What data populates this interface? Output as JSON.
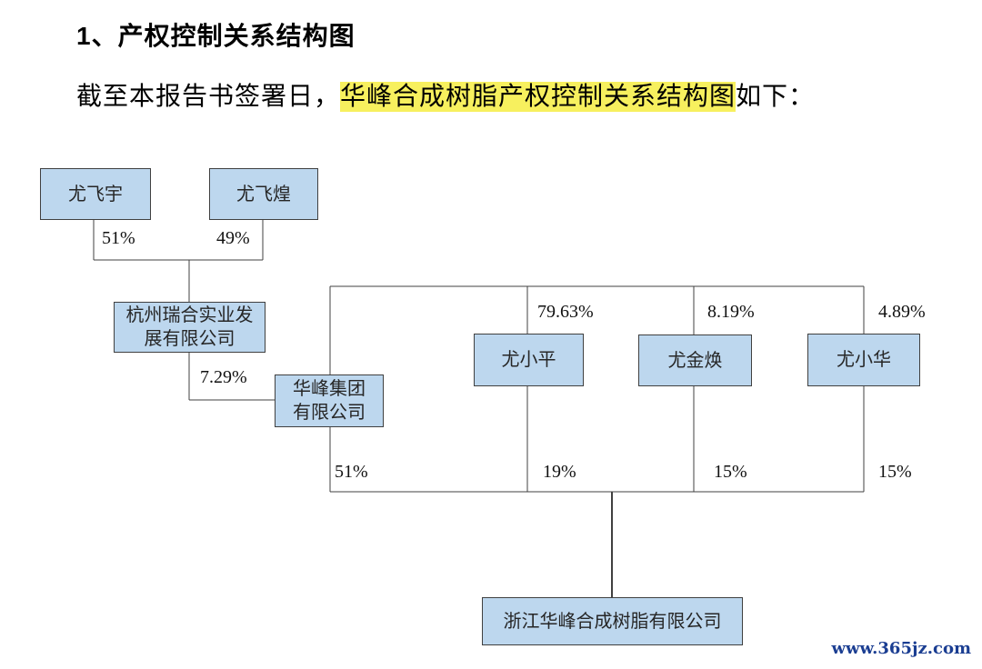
{
  "page": {
    "heading": "1、产权控制关系结构图",
    "intro_prefix": "截至本报告书签署日，",
    "intro_highlight": "华峰合成树脂产权控制关系结构图",
    "intro_suffix": "如下：",
    "watermark": "www.365jz.com"
  },
  "colors": {
    "node_fill": "#bdd7ee",
    "node_border": "#404040",
    "connector_line": "#404040",
    "highlight": "#f7f05e",
    "watermark_text": "#1b3e92"
  },
  "diagram": {
    "title": "华峰合成树脂产权控制关系结构图",
    "nodes": {
      "you_feiyu": {
        "label": "尤飞宇"
      },
      "you_feihuang": {
        "label": "尤飞煌"
      },
      "hangzhou_ruihe": {
        "label": "杭州瑞合实业发\n展有限公司"
      },
      "huafeng_group": {
        "label": "华峰集团\n有限公司"
      },
      "you_xiaoping": {
        "label": "尤小平"
      },
      "you_jinhuan": {
        "label": "尤金焕"
      },
      "you_xiaohua": {
        "label": "尤小华"
      },
      "zhejiang_huafeng": {
        "label": "浙江华峰合成树脂有限公司"
      }
    },
    "edges": [
      {
        "from": "尤飞宇",
        "to": "杭州瑞合实业发展有限公司",
        "pct": "51%"
      },
      {
        "from": "尤飞煌",
        "to": "杭州瑞合实业发展有限公司",
        "pct": "49%"
      },
      {
        "from": "杭州瑞合实业发展有限公司",
        "to": "华峰集团有限公司",
        "pct": "7.29%"
      },
      {
        "from": "尤小平",
        "to": "华峰集团有限公司",
        "pct": "79.63%"
      },
      {
        "from": "尤金焕",
        "to": "华峰集团有限公司",
        "pct": "8.19%"
      },
      {
        "from": "尤小华",
        "to": "华峰集团有限公司",
        "pct": "4.89%"
      },
      {
        "from": "华峰集团有限公司",
        "to": "浙江华峰合成树脂有限公司",
        "pct": "51%"
      },
      {
        "from": "尤小平",
        "to": "浙江华峰合成树脂有限公司",
        "pct": "19%"
      },
      {
        "from": "尤金焕",
        "to": "浙江华峰合成树脂有限公司",
        "pct": "15%"
      },
      {
        "from": "尤小华",
        "to": "浙江华峰合成树脂有限公司",
        "pct": "15%"
      }
    ]
  }
}
